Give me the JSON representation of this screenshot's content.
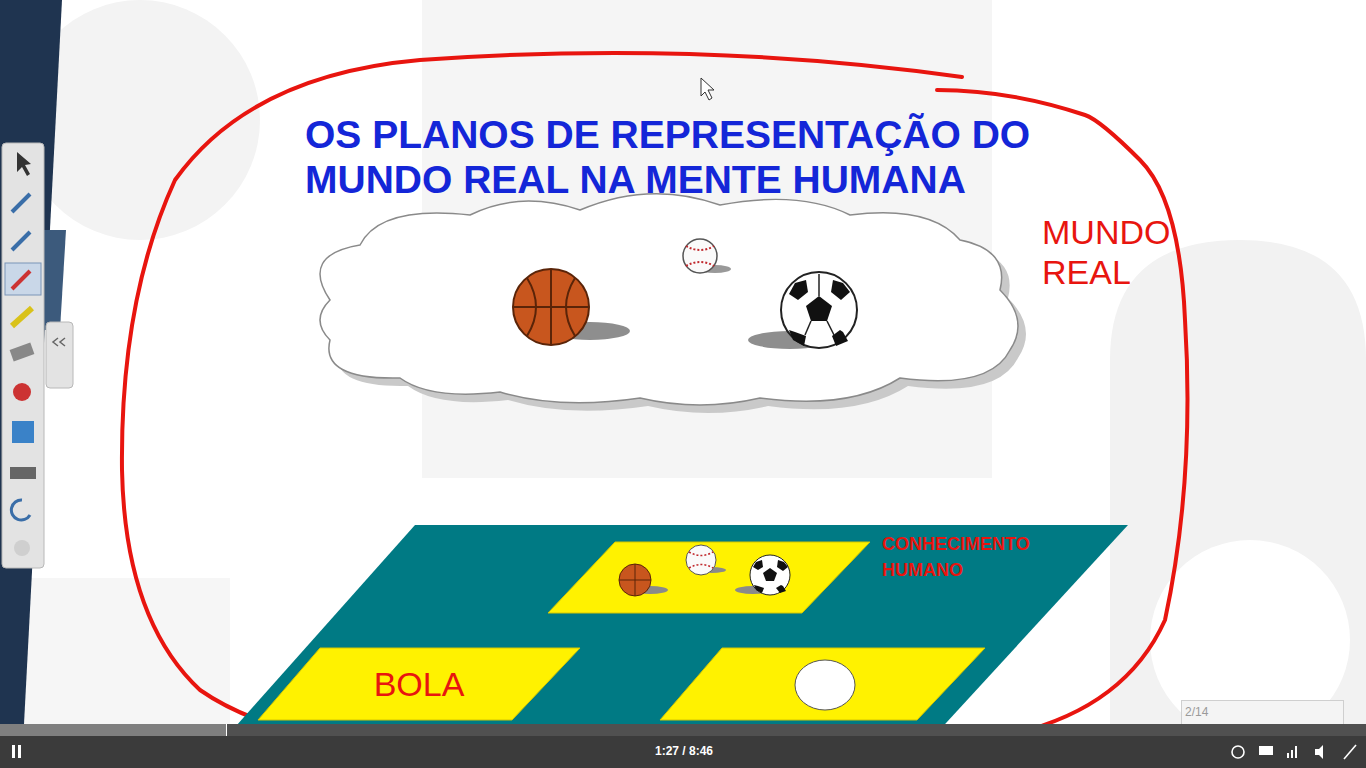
{
  "diagram": {
    "title": "OS PLANOS DE REPRESENTAÇÃO DO MUNDO REAL NA MENTE HUMANA",
    "nodes": [
      {
        "text": [
          "CONHECIMENTO HUMANO"
        ]
      },
      {
        "text": [
          "BOLA"
        ],
        "in": 0
      },
      {
        "text": [
          "2/14"
        ]
      }
    ],
    "labels": [
      "MUNDO REAL",
      "1:27 / 8:46"
    ]
  }
}
